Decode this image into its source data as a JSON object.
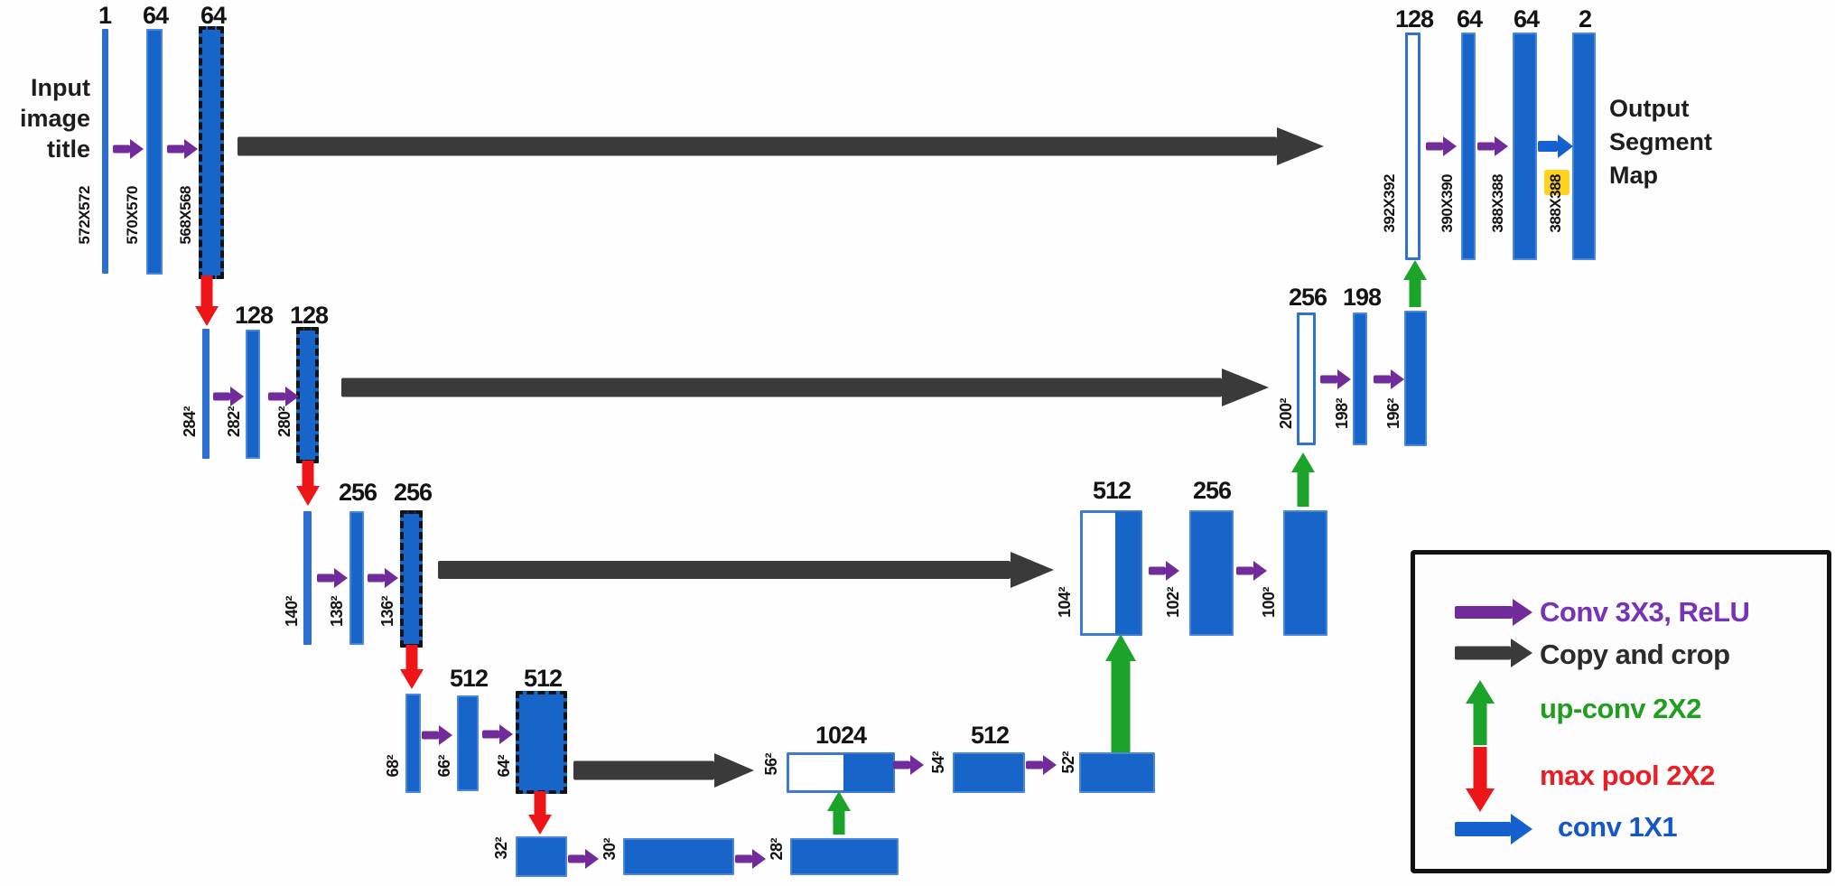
{
  "figure": {
    "title": "U-Net architecture diagram"
  },
  "input_label": {
    "lines": [
      "Input",
      "image",
      "title"
    ]
  },
  "output_label": {
    "lines": [
      "Output",
      "Segment",
      "Map"
    ]
  },
  "encoder": {
    "row1": {
      "top_labels": [
        "1",
        "64",
        "64"
      ],
      "side_labels": [
        "572X572",
        "570X570",
        "568X568"
      ]
    },
    "row2": {
      "top_labels": [
        "128",
        "128"
      ],
      "side_labels": [
        "284²",
        "282²",
        "280²"
      ]
    },
    "row3": {
      "top_labels": [
        "256",
        "256"
      ],
      "side_labels": [
        "140²",
        "138²",
        "136²"
      ]
    },
    "row4": {
      "top_labels": [
        "512",
        "512"
      ],
      "side_labels": [
        "68²",
        "66²",
        "64²"
      ]
    },
    "row5": {
      "side_labels": [
        "32²",
        "30²",
        "28²"
      ]
    }
  },
  "decoder": {
    "bottleneck": {
      "top_labels": [
        "1024",
        "512"
      ],
      "side_labels": [
        "56²",
        "54²",
        "52²"
      ]
    },
    "row3": {
      "top_labels": [
        "512",
        "256"
      ],
      "side_labels": [
        "104²",
        "102²",
        "100²"
      ]
    },
    "row2": {
      "top_labels": [
        "256",
        "198"
      ],
      "side_labels": [
        "200²",
        "198²",
        "196²"
      ]
    },
    "row1": {
      "top_labels": [
        "128",
        "64",
        "64",
        "2"
      ],
      "side_labels": [
        "392X392",
        "390X390",
        "388X388",
        "388X388"
      ]
    }
  },
  "legend": {
    "items": [
      {
        "label": "Conv 3X3, ReLU",
        "color": "#7733b8",
        "arrow": "purple-right-arrow"
      },
      {
        "label": "Copy and crop",
        "color": "#2b2b2b",
        "arrow": "dark-right-arrow"
      },
      {
        "label": "up-conv 2X2",
        "color": "#1f9e1f",
        "arrow": "green-up-arrow"
      },
      {
        "label": "max pool 2X2",
        "color": "#ea1d25",
        "arrow": "red-down-arrow"
      },
      {
        "label": "conv 1X1",
        "color": "#1557c8",
        "arrow": "blue-right-arrow"
      }
    ]
  },
  "colors": {
    "bar_blue": "#1765c9",
    "bar_edge": "#4c86d8",
    "conv3x3_purple": "#722b9b",
    "copy_crop_dark": "#3a3a3a",
    "upconv_green": "#1ca32a",
    "maxpool_red": "#ee1518",
    "conv1x1_blue": "#1560cf",
    "highlight_yellow": "#ffd21f"
  }
}
